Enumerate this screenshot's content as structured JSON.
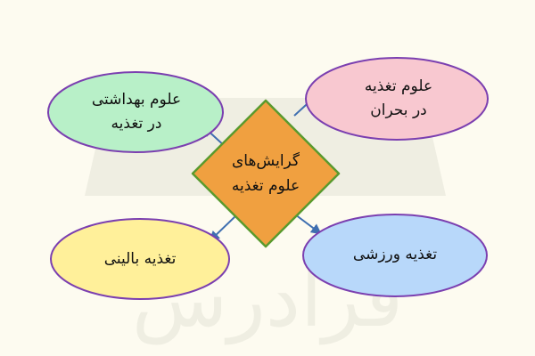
{
  "colors": {
    "background": "#fdfbf0",
    "watermark": "#efeee2",
    "arrow": "#3f6fb0",
    "outline": "#7b3fb0",
    "center_fill": "#f0a040",
    "center_stroke": "#5a9a2e",
    "top_left_fill": "#b8f0c8",
    "top_right_fill": "#f8c8d0",
    "bottom_left_fill": "#fff09a",
    "bottom_right_fill": "#b8d8fa"
  },
  "watermark": {
    "text": "فرادرس"
  },
  "center": {
    "label": "گرایش‌های\nعلوم تغذیه"
  },
  "nodes": {
    "top_left": {
      "label": "علوم بهداشتی\nدر تغذیه"
    },
    "top_right": {
      "label": "علوم تغذیه\nدر بحران"
    },
    "bottom_left": {
      "label": "تغذیه بالینی"
    },
    "bottom_right": {
      "label": "تغذیه ورزشی"
    }
  }
}
